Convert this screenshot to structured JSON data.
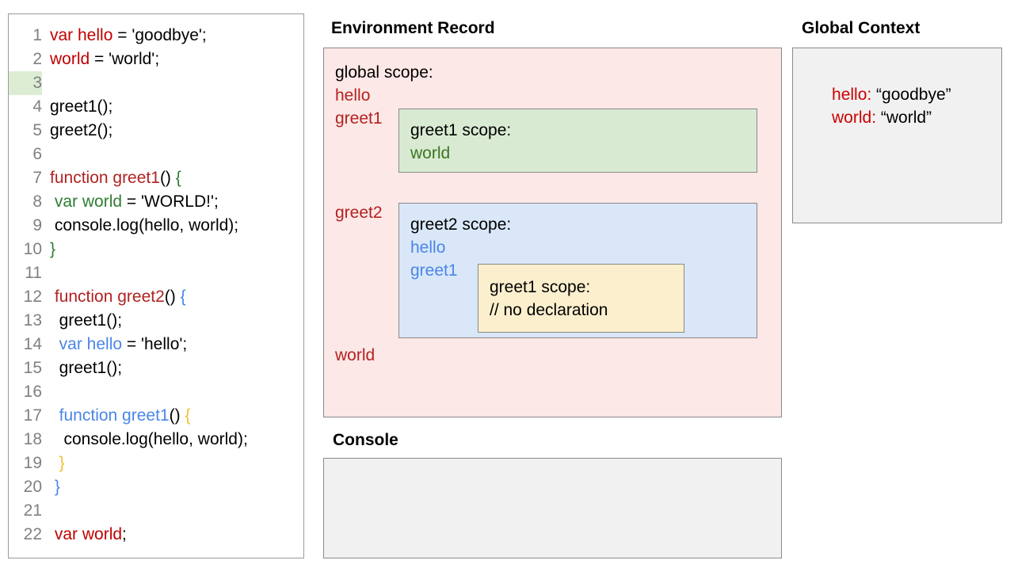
{
  "code_panel": {
    "highlighted_line": 3,
    "lines": [
      {
        "n": "1",
        "tokens": [
          {
            "t": "var hello",
            "c": "red"
          },
          {
            "t": " = 'goodbye';",
            "c": "black"
          }
        ]
      },
      {
        "n": "2",
        "tokens": [
          {
            "t": "world",
            "c": "red"
          },
          {
            "t": " = 'world';",
            "c": "black"
          }
        ]
      },
      {
        "n": "3",
        "tokens": []
      },
      {
        "n": "4",
        "tokens": [
          {
            "t": "greet1();",
            "c": "black"
          }
        ]
      },
      {
        "n": "5",
        "tokens": [
          {
            "t": "greet2();",
            "c": "black"
          }
        ]
      },
      {
        "n": "6",
        "tokens": []
      },
      {
        "n": "7",
        "tokens": [
          {
            "t": "function greet1",
            "c": "dkred"
          },
          {
            "t": "() ",
            "c": "black"
          },
          {
            "t": "{",
            "c": "green"
          }
        ]
      },
      {
        "n": "8",
        "tokens": [
          {
            "t": " ",
            "c": "black"
          },
          {
            "t": "var world",
            "c": "green"
          },
          {
            "t": " = 'WORLD!';",
            "c": "black"
          }
        ]
      },
      {
        "n": "9",
        "tokens": [
          {
            "t": " console.log(hello, world);",
            "c": "black"
          }
        ]
      },
      {
        "n": "10",
        "tokens": [
          {
            "t": "}",
            "c": "green"
          }
        ]
      },
      {
        "n": "11",
        "tokens": []
      },
      {
        "n": "12",
        "tokens": [
          {
            "t": " ",
            "c": "black"
          },
          {
            "t": "function greet2",
            "c": "dkred"
          },
          {
            "t": "() ",
            "c": "black"
          },
          {
            "t": "{",
            "c": "blue"
          }
        ]
      },
      {
        "n": "13",
        "tokens": [
          {
            "t": "  greet1();",
            "c": "black"
          }
        ]
      },
      {
        "n": "14",
        "tokens": [
          {
            "t": "  ",
            "c": "black"
          },
          {
            "t": "var hello",
            "c": "blue"
          },
          {
            "t": " = 'hello';",
            "c": "black"
          }
        ]
      },
      {
        "n": "15",
        "tokens": [
          {
            "t": "  greet1();",
            "c": "black"
          }
        ]
      },
      {
        "n": "16",
        "tokens": []
      },
      {
        "n": "17",
        "tokens": [
          {
            "t": "  ",
            "c": "black"
          },
          {
            "t": "function greet1",
            "c": "blue"
          },
          {
            "t": "() ",
            "c": "black"
          },
          {
            "t": "{",
            "c": "orange"
          }
        ]
      },
      {
        "n": "18",
        "tokens": [
          {
            "t": "   console.log(hello, world);",
            "c": "black"
          }
        ]
      },
      {
        "n": "19",
        "tokens": [
          {
            "t": "  ",
            "c": "black"
          },
          {
            "t": "}",
            "c": "orange"
          }
        ]
      },
      {
        "n": "20",
        "tokens": [
          {
            "t": " ",
            "c": "black"
          },
          {
            "t": "}",
            "c": "blue"
          }
        ]
      },
      {
        "n": "21",
        "tokens": []
      },
      {
        "n": "22",
        "tokens": [
          {
            "t": " ",
            "c": "black"
          },
          {
            "t": "var world",
            "c": "red"
          },
          {
            "t": ";",
            "c": "black"
          }
        ]
      }
    ]
  },
  "environment_record": {
    "title": "Environment Record",
    "global_scope": {
      "heading": "global scope:",
      "vars": [
        "hello",
        "greet1",
        "greet2",
        "world"
      ]
    },
    "greet1_scope": {
      "heading": "greet1 scope:",
      "vars": [
        "world"
      ]
    },
    "greet2_scope": {
      "heading": "greet2 scope:",
      "vars": [
        "hello",
        "greet1"
      ]
    },
    "greet1_inner_scope": {
      "heading": "greet1 scope:",
      "note": "// no declaration"
    }
  },
  "console": {
    "title": "Console",
    "output": ""
  },
  "global_context": {
    "title": "Global Context",
    "entries": [
      {
        "key": "hello:",
        "value": " “goodbye”"
      },
      {
        "key": "world:",
        "value": " “world”"
      }
    ]
  },
  "colors": {
    "env_box_bg": "#fce8e6",
    "greet1_box_bg": "#d9ead3",
    "greet2_box_bg": "#d9e7f8",
    "greet1_inner_box_bg": "#fcefcd",
    "panel_bg": "#f1f1f1",
    "border": "#8a8a8a",
    "red": "#c00000",
    "dark_red": "#b22222",
    "green": "#2e7d32",
    "blue": "#4a86e8",
    "orange": "#f1c232",
    "line_highlight": "#dcedd4"
  }
}
